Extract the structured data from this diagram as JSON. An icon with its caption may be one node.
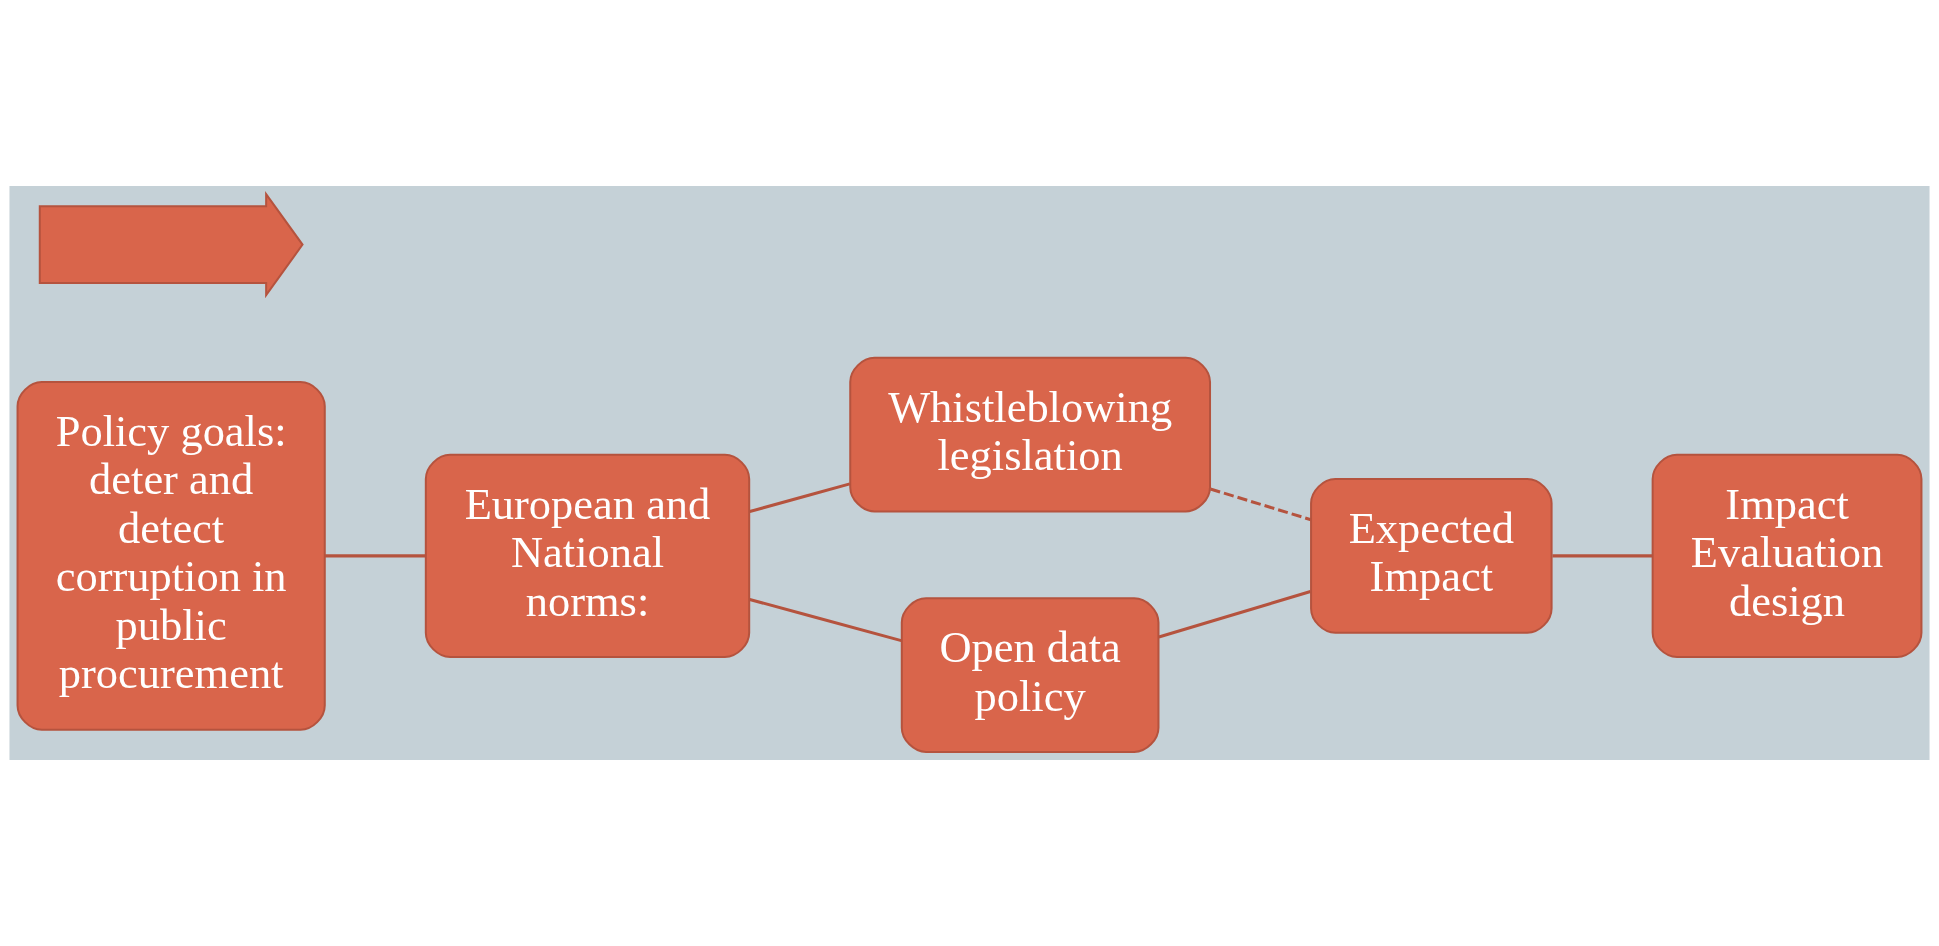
{
  "diagram": {
    "nodes": [
      {
        "text": [
          "Policy goals: deter and detect corruption in public procurement"
        ]
      },
      {
        "text": [
          "European and National norms:"
        ]
      },
      {
        "text": [
          "Whistleblowing legislation"
        ]
      },
      {
        "text": [
          "Open data policy"
        ]
      },
      {
        "text": [
          "Expected Impact"
        ]
      },
      {
        "text": [
          "Impact Evaluation design"
        ]
      },
      {
        "text": [],
        "shape": "arrow"
      }
    ],
    "edges": [
      {
        "from": 0,
        "to": 1,
        "arrow": "none"
      },
      {
        "from": 1,
        "to": 2,
        "arrow": "none"
      },
      {
        "from": 1,
        "to": 3,
        "arrow": "none"
      },
      {
        "from": 2,
        "to": 4,
        "arrow": "none",
        "style": "dashed"
      },
      {
        "from": 3,
        "to": 4,
        "arrow": "none"
      },
      {
        "from": 4,
        "to": 5,
        "arrow": "none"
      }
    ]
  }
}
